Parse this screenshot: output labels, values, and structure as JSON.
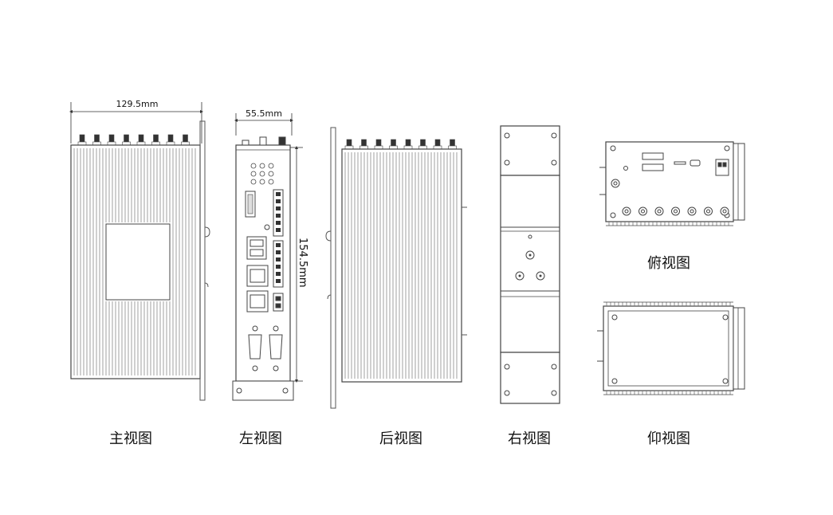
{
  "dimensions": {
    "width_label": "129.5mm",
    "depth_label": "55.5mm",
    "height_label": "154.5mm"
  },
  "views": {
    "front": "主视图",
    "left": "左视图",
    "back": "后视图",
    "right": "右视图",
    "top": "俯视图",
    "bottom": "仰视图"
  },
  "colors": {
    "line": "#444444",
    "fin": "#777777",
    "fill": "#ffffff"
  }
}
